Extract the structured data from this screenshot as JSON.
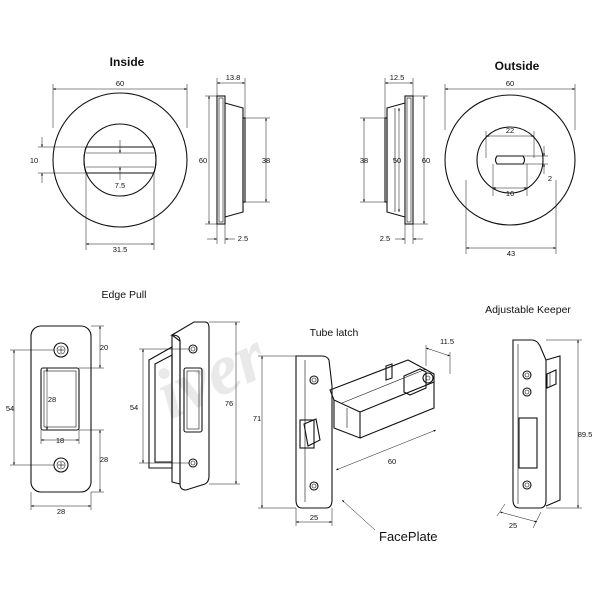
{
  "titles": {
    "inside": "Inside",
    "outside": "Outside",
    "edge_pull": "Edge Pull",
    "tube_latch": "Tube latch",
    "adjustable_keeper": "Adjustable Keeper",
    "faceplate": "FacePlate"
  },
  "watermark": "iver",
  "dims": {
    "inside_width": "60",
    "inside_gap": "10",
    "inside_turn": "7.5",
    "inside_offset": "31.5",
    "inside_side_depth": "13.8",
    "inside_side_height": "60",
    "inside_side_body": "38",
    "inside_side_plate": "2.5",
    "outside_side_depth": "12.5",
    "outside_side_body": "38",
    "outside_side_mid": "50",
    "outside_side_height": "60",
    "outside_side_plate": "2.5",
    "outside_width": "60",
    "outside_slot": "22",
    "outside_slot_h": "2",
    "outside_key": "16",
    "outside_offset": "43",
    "edge_top": "20",
    "edge_height": "54",
    "edge_slot_h": "28",
    "edge_slot_w": "18",
    "edge_bottom": "28",
    "edge_width": "28",
    "edge_side_body": "54",
    "edge_side_height": "76",
    "latch_backset": "11.5",
    "latch_height": "71",
    "latch_length": "60",
    "latch_width": "25",
    "keeper_height": "89.5",
    "keeper_width": "25"
  }
}
